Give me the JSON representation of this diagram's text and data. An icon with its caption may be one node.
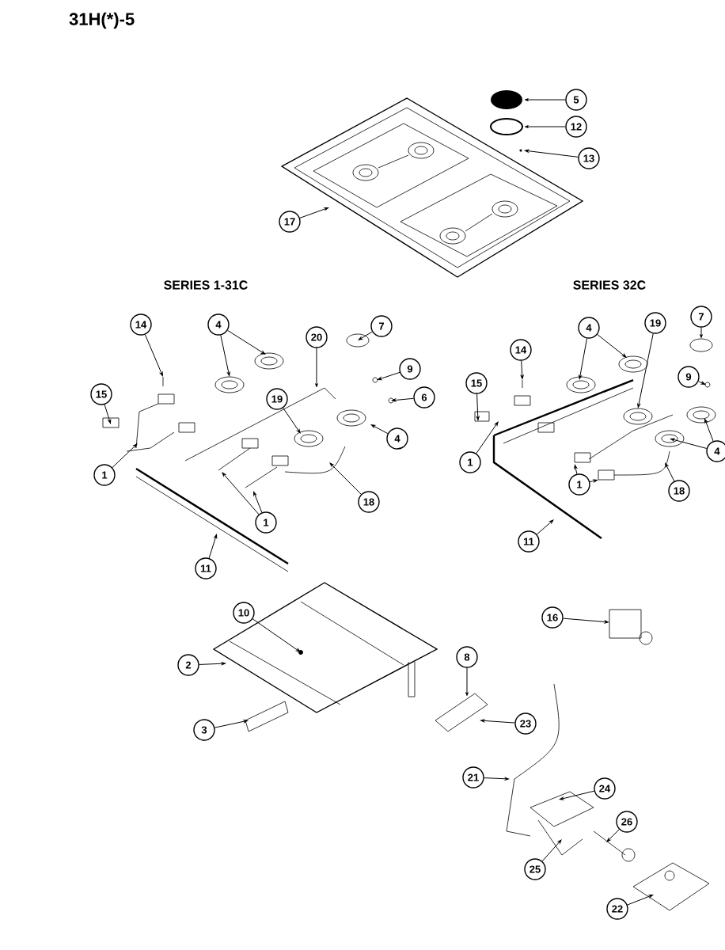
{
  "diagram": {
    "title": "31H(*)-5",
    "nodes": [
      {
        "text": [
          "5"
        ]
      },
      {
        "text": [
          "12"
        ]
      },
      {
        "text": [
          "13"
        ]
      },
      {
        "text": [
          "17"
        ]
      },
      {
        "text": [
          "14"
        ]
      },
      {
        "text": [
          "4"
        ]
      },
      {
        "text": [
          "20"
        ]
      },
      {
        "text": [
          "7"
        ]
      },
      {
        "text": [
          "9"
        ]
      },
      {
        "text": [
          "6"
        ]
      },
      {
        "text": [
          "4"
        ]
      },
      {
        "text": [
          "19"
        ]
      },
      {
        "text": [
          "15"
        ]
      },
      {
        "text": [
          "1"
        ]
      },
      {
        "text": [
          "1"
        ]
      },
      {
        "text": [
          "11"
        ]
      },
      {
        "text": [
          "18"
        ]
      },
      {
        "text": [
          "14"
        ]
      },
      {
        "text": [
          "4"
        ]
      },
      {
        "text": [
          "19"
        ]
      },
      {
        "text": [
          "7"
        ]
      },
      {
        "text": [
          "9"
        ]
      },
      {
        "text": [
          "15"
        ]
      },
      {
        "text": [
          "1"
        ]
      },
      {
        "text": [
          "4"
        ]
      },
      {
        "text": [
          "1"
        ]
      },
      {
        "text": [
          "18"
        ]
      },
      {
        "text": [
          "11"
        ]
      },
      {
        "text": [
          "10"
        ]
      },
      {
        "text": [
          "2"
        ]
      },
      {
        "text": [
          "3"
        ]
      },
      {
        "text": [
          "8"
        ]
      },
      {
        "text": [
          "23"
        ]
      },
      {
        "text": [
          "16"
        ]
      },
      {
        "text": [
          "21"
        ]
      },
      {
        "text": [
          "24"
        ]
      },
      {
        "text": [
          "26"
        ]
      },
      {
        "text": [
          "25"
        ]
      },
      {
        "text": [
          "22"
        ]
      }
    ],
    "edges": [
      {
        "from": 0,
        "to": null,
        "arrow": "to"
      },
      {
        "from": 1,
        "to": null,
        "arrow": "to"
      },
      {
        "from": 2,
        "to": null,
        "arrow": "to"
      },
      {
        "from": 3,
        "to": null,
        "arrow": "to"
      },
      {
        "from": 4,
        "to": null,
        "arrow": "to"
      },
      {
        "from": 5,
        "to": null,
        "arrow": "to"
      },
      {
        "from": 5,
        "to": null,
        "arrow": "to"
      },
      {
        "from": 6,
        "to": null,
        "arrow": "to"
      },
      {
        "from": 7,
        "to": null,
        "arrow": "to"
      },
      {
        "from": 8,
        "to": null,
        "arrow": "to"
      },
      {
        "from": 9,
        "to": null,
        "arrow": "to"
      },
      {
        "from": 10,
        "to": null,
        "arrow": "to"
      },
      {
        "from": 11,
        "to": null,
        "arrow": "to"
      },
      {
        "from": 12,
        "to": null,
        "arrow": "to"
      },
      {
        "from": 13,
        "to": null,
        "arrow": "to"
      },
      {
        "from": 14,
        "to": null,
        "arrow": "to"
      },
      {
        "from": 14,
        "to": null,
        "arrow": "to"
      },
      {
        "from": 15,
        "to": null,
        "arrow": "to"
      },
      {
        "from": 16,
        "to": null,
        "arrow": "to"
      },
      {
        "from": 17,
        "to": null,
        "arrow": "to"
      },
      {
        "from": 18,
        "to": null,
        "arrow": "to"
      },
      {
        "from": 18,
        "to": null,
        "arrow": "to"
      },
      {
        "from": 19,
        "to": null,
        "arrow": "to"
      },
      {
        "from": 20,
        "to": null,
        "arrow": "to"
      },
      {
        "from": 21,
        "to": null,
        "arrow": "to"
      },
      {
        "from": 22,
        "to": null,
        "arrow": "to"
      },
      {
        "from": 23,
        "to": null,
        "arrow": "to"
      },
      {
        "from": 24,
        "to": null,
        "arrow": "to"
      },
      {
        "from": 24,
        "to": null,
        "arrow": "to"
      },
      {
        "from": 25,
        "to": null,
        "arrow": "to"
      },
      {
        "from": 25,
        "to": null,
        "arrow": "to"
      },
      {
        "from": 26,
        "to": null,
        "arrow": "to"
      },
      {
        "from": 27,
        "to": null,
        "arrow": "to"
      },
      {
        "from": 28,
        "to": null,
        "arrow": "to"
      },
      {
        "from": 29,
        "to": null,
        "arrow": "to"
      },
      {
        "from": 30,
        "to": null,
        "arrow": "to"
      },
      {
        "from": 31,
        "to": null,
        "arrow": "to"
      },
      {
        "from": 32,
        "to": null,
        "arrow": "to"
      },
      {
        "from": 33,
        "to": null,
        "arrow": "to"
      },
      {
        "from": 34,
        "to": null,
        "arrow": "to"
      },
      {
        "from": 35,
        "to": null,
        "arrow": "to"
      },
      {
        "from": 36,
        "to": null,
        "arrow": "to"
      },
      {
        "from": 37,
        "to": null,
        "arrow": "to"
      },
      {
        "from": 38,
        "to": null,
        "arrow": "to"
      }
    ],
    "labels": [
      "SERIES 1-31C",
      "SERIES 32C"
    ]
  }
}
